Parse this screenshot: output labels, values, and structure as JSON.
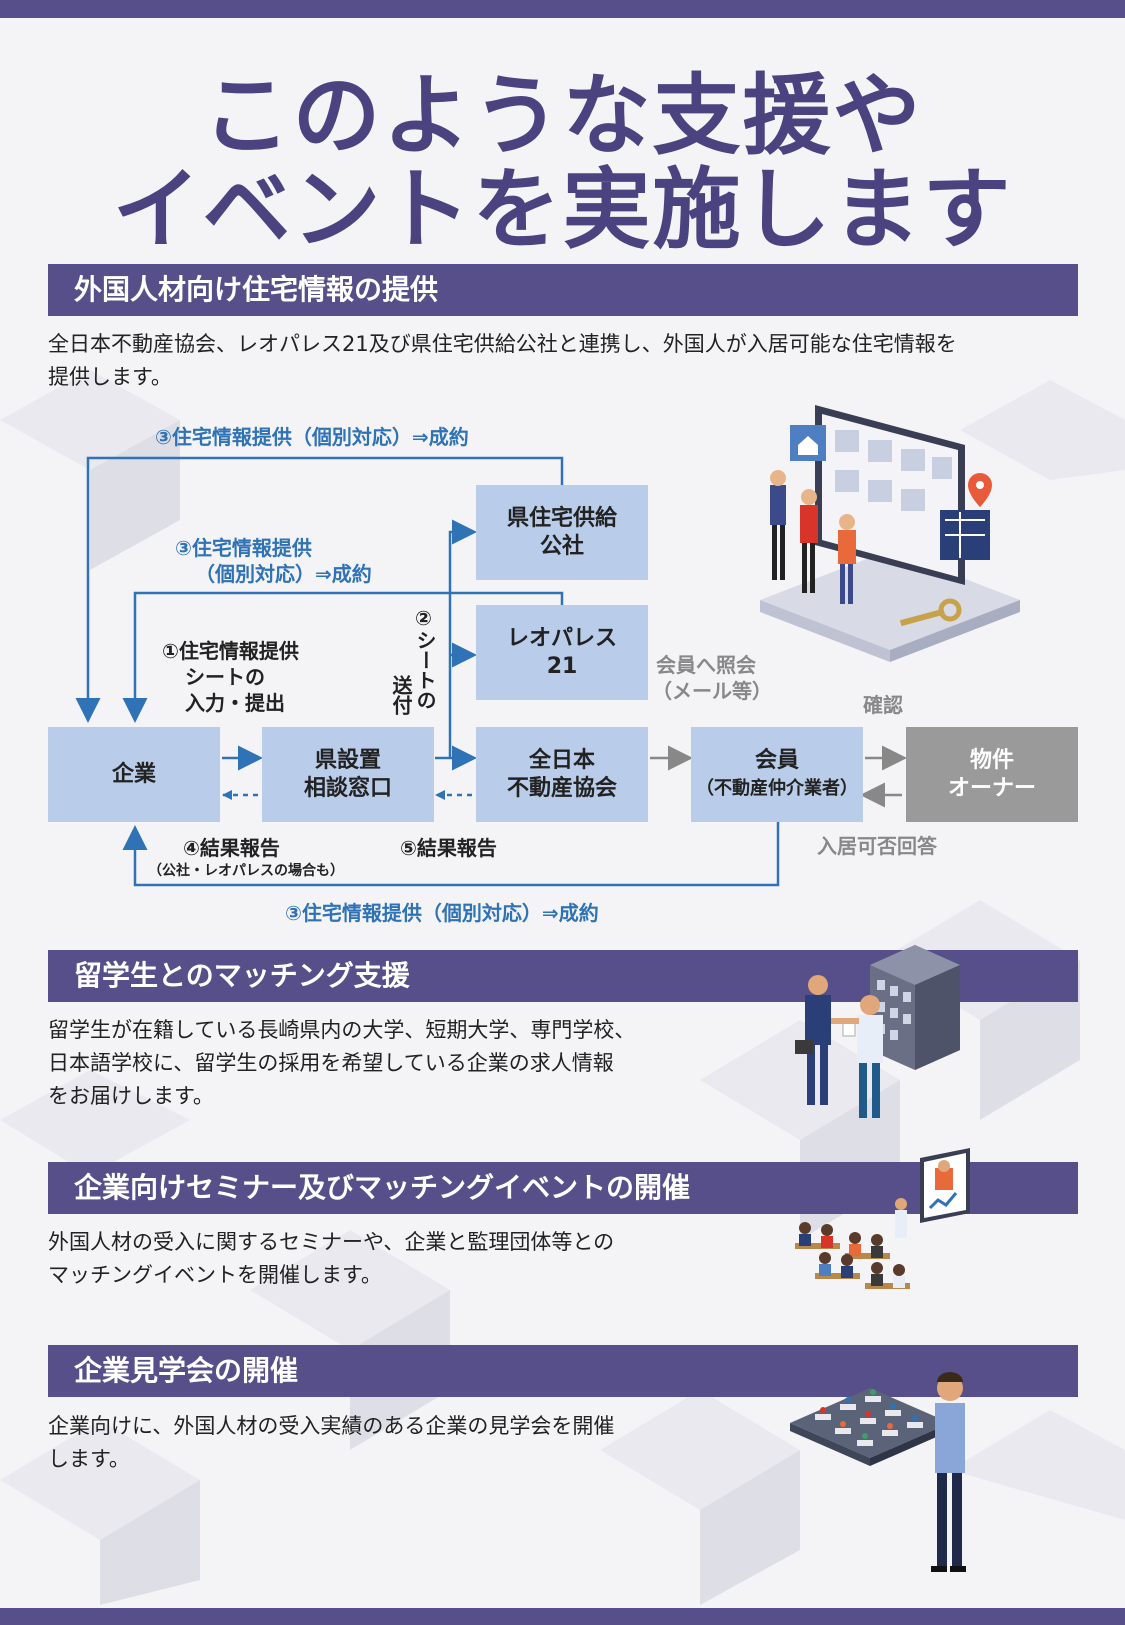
{
  "title": {
    "line1": "このような支援や",
    "line2": "イベントを実施します"
  },
  "housing": {
    "heading": "外国人材向け住宅情報の提供",
    "body_l1": "全日本不動産協会、レオパレス21及び県住宅供給公社と連携し、外国人が入居可能な住宅情報を",
    "body_l2": "提供します。",
    "flow": {
      "company": "企業",
      "window_l1": "県設置",
      "window_l2": "相談窓口",
      "kousha_l1": "県住宅供給",
      "kousha_l2": "公社",
      "leo_l1": "レオパレス",
      "leo_l2": "21",
      "zennichi_l1": "全日本",
      "zennichi_l2": "不動産協会",
      "member_l1": "会員",
      "member_l2": "（不動産仲介業者）",
      "owner_l1": "物件",
      "owner_l2": "オーナー",
      "step1_l1": "①住宅情報提供",
      "step1_l2": "シートの",
      "step1_l3": "入力・提出",
      "step2_num": "②",
      "step2_col1": "シートの",
      "step2_col2": "送付",
      "step3_top": "③住宅情報提供（個別対応）⇒成約",
      "step3_mid_l1": "③住宅情報提供",
      "step3_mid_l2": "（個別対応）⇒成約",
      "step3_bottom": "③住宅情報提供（個別対応）⇒成約",
      "step4": "④結果報告",
      "step4_note": "（公社・レオパレスの場合も）",
      "step5": "⑤結果報告",
      "inquiry_l1": "会員へ照会",
      "inquiry_l2": "（メール等）",
      "confirm": "確認",
      "answer": "入居可否回答"
    }
  },
  "students": {
    "heading": "留学生とのマッチング支援",
    "body_l1": "留学生が在籍している長崎県内の大学、短期大学、専門学校、",
    "body_l2": "日本語学校に、留学生の採用を希望している企業の求人情報",
    "body_l3": "をお届けします。"
  },
  "seminar": {
    "heading": "企業向けセミナー及びマッチングイベントの開催",
    "body_l1": "外国人材の受入に関するセミナーや、企業と監理団体等との",
    "body_l2": "マッチングイベントを開催します。"
  },
  "tour": {
    "heading": "企業見学会の開催",
    "body_l1": "企業向けに、外国人材の受入実績のある企業の見学会を開催",
    "body_l2": "します。"
  },
  "icons": {
    "board": "housing-board-illustration",
    "handshake": "handshake-illustration",
    "seminar": "seminar-illustration",
    "office": "office-tour-illustration"
  },
  "colors": {
    "brand": "#574f8a",
    "title": "#4b4380",
    "node": "#b9cdea",
    "owner": "#9a9a9a",
    "arrow": "#2f72b6"
  }
}
